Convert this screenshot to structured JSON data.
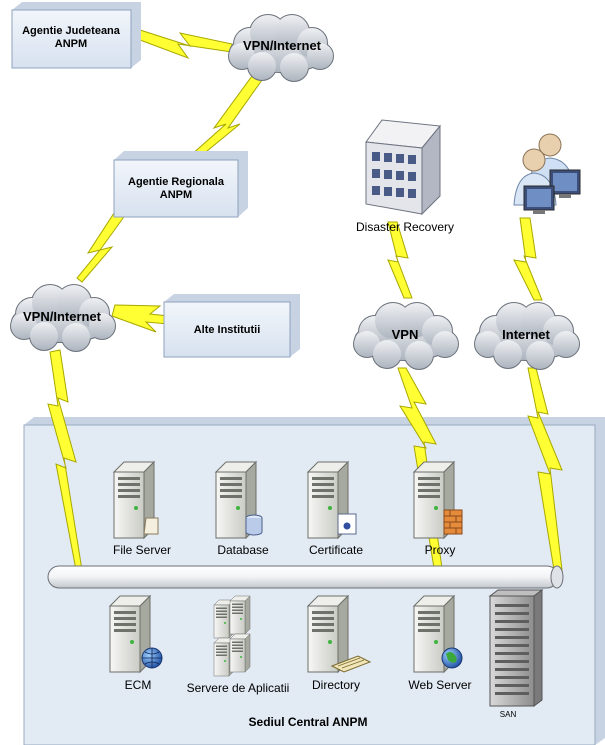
{
  "boxes": {
    "agentie_judeteana": [
      "Agentie Judeteana",
      "ANPM"
    ],
    "agentie_regionala": [
      "Agentie Regionala",
      "ANPM"
    ],
    "alte_institutii": "Alte Institutii"
  },
  "clouds": {
    "vpn_internet_top": "VPN/Internet",
    "vpn_internet_left": "VPN/Internet",
    "vpn": "VPN",
    "internet": "Internet"
  },
  "sites": {
    "disaster_recovery": "Disaster Recovery"
  },
  "central": {
    "title": "Sediul Central ANPM",
    "top_servers": [
      "File Server",
      "Database",
      "Certificate",
      "Proxy"
    ],
    "bottom_servers": [
      "ECM",
      "Servere de Aplicatii",
      "Directory",
      "Web Server"
    ],
    "san": "SAN"
  },
  "colors": {
    "lightning": "#ffff33",
    "lightning_stroke": "#b5b500",
    "box_fill": "#e4ecf7",
    "cloud_fill": "#d3d8df",
    "central_fill": "#e2eaf4"
  }
}
